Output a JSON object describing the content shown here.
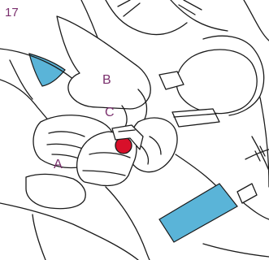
{
  "step_number": "17",
  "labels": {
    "a": "A",
    "b": "B",
    "c": "C"
  },
  "colors": {
    "accent_blue": "#5ab4d8",
    "button_red": "#d8102a",
    "label_purple": "#7a2f6d",
    "line": "#1a1a1a"
  }
}
